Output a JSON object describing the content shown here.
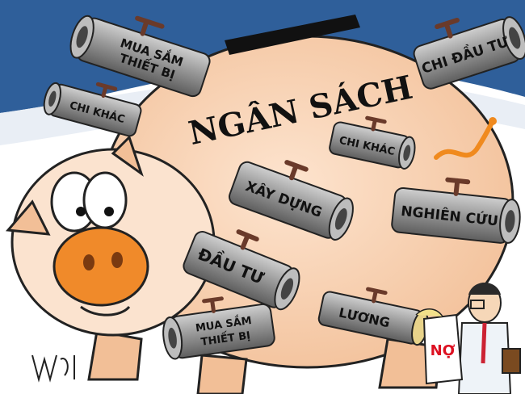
{
  "title": "NGÂN SÁCH",
  "pipes": {
    "mua_sam_top_line1": "MUA SẮM",
    "mua_sam_top_line2": "THIẾT BỊ",
    "chi_khac_left": "CHI KHÁC",
    "chi_dau_tu": "CHI ĐẦU TƯ",
    "chi_khac_mid": "CHI KHÁC",
    "xay_dung": "XÂY DỰNG",
    "nghien_cuu": "NGHIÊN CỨU",
    "dau_tu": "ĐẦU TƯ",
    "luong": "LƯƠNG",
    "mua_sam_bottom_line1": "MUA SẮM",
    "mua_sam_bottom_line2": "THIẾT BỊ"
  },
  "bag_label": "NỢ",
  "colors": {
    "sky": "#2f5f9a",
    "pig_body": "#f7cfae",
    "snout": "#f08a2a",
    "pipe": "#8e8e8e",
    "tap": "#6a3a2a",
    "worm": "#f08a1e"
  }
}
